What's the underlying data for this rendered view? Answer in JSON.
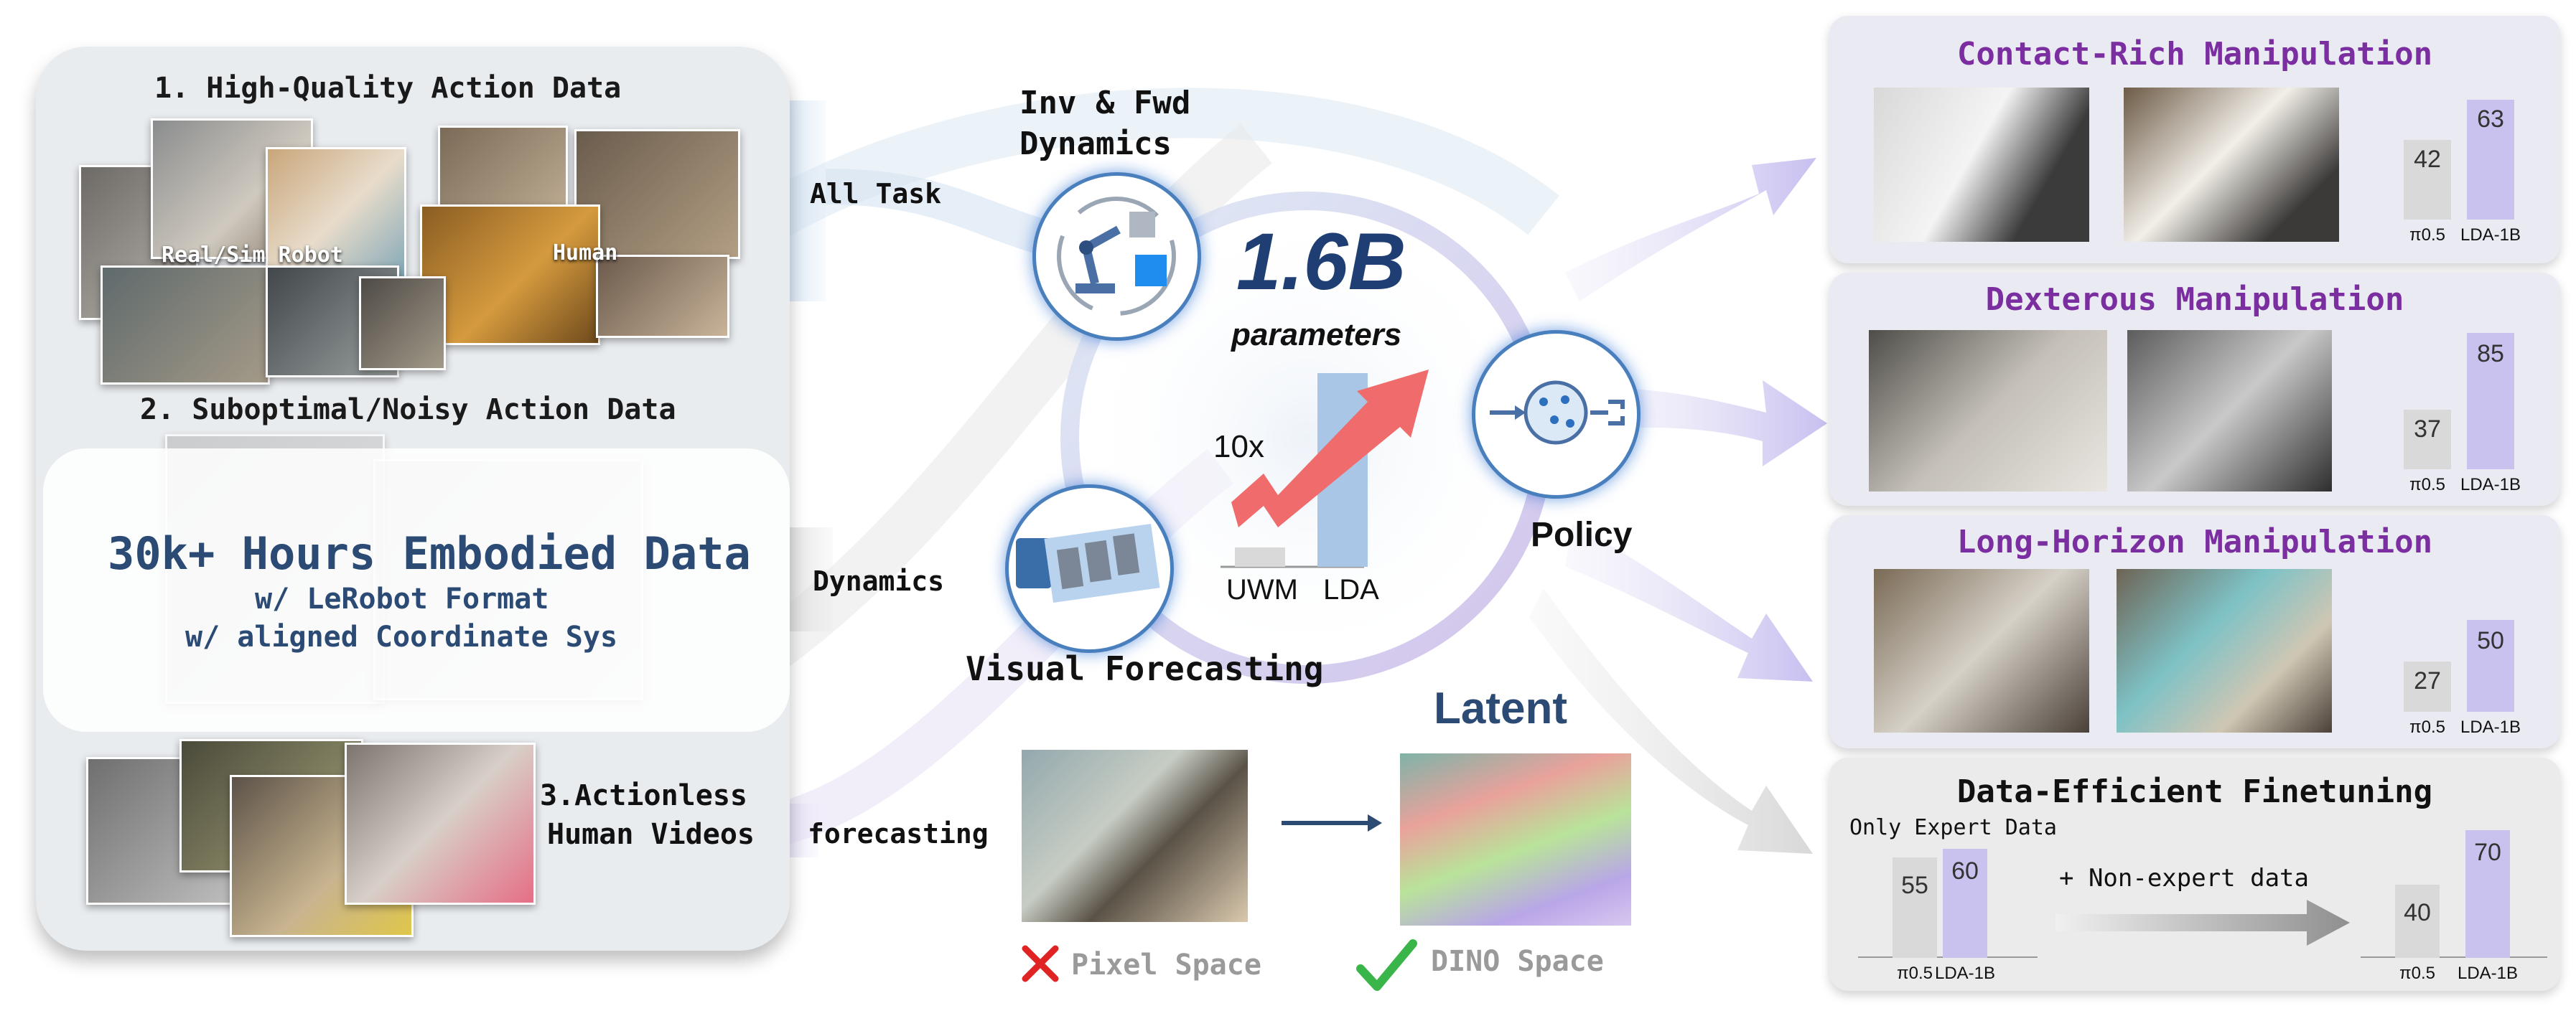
{
  "left_panel": {
    "section1": "1. High-Quality Action Data",
    "real_sim_label": "Real/Sim Robot",
    "human_label": "Human",
    "section2": "2. Suboptimal/Noisy Action Data",
    "big_title": "30k+ Hours Embodied Data",
    "sub1": "w/ LeRobot Format",
    "sub2": "w/ aligned Coordinate Sys",
    "section3_line1": "3.Actionless",
    "section3_line2": "Human Videos"
  },
  "flows": {
    "all_task": "All Task",
    "dynamics": "Dynamics",
    "forecasting": "forecasting"
  },
  "model": {
    "inv_fwd_line1": "Inv & Fwd",
    "inv_fwd_line2": "Dynamics",
    "param_count": "1.6B",
    "param_word": "parameters",
    "multiplier": "10x",
    "bar_uwm": "UWM",
    "bar_lda": "LDA",
    "visual_forecasting": "Visual Forecasting",
    "policy": "Policy",
    "latent": "Latent",
    "pixel_space": "Pixel Space",
    "dino_space": "DINO Space"
  },
  "results": [
    {
      "title": "Contact-Rich Manipulation",
      "baseline": 42,
      "ours": 63,
      "label_base": "π0.5",
      "label_ours": "LDA-1B"
    },
    {
      "title": "Dexterous Manipulation",
      "baseline": 37,
      "ours": 85,
      "label_base": "π0.5",
      "label_ours": "LDA-1B"
    },
    {
      "title": "Long-Horizon Manipulation",
      "baseline": 27,
      "ours": 50,
      "label_base": "π0.5",
      "label_ours": "LDA-1B"
    }
  ],
  "finetune": {
    "title": "Data-Efficient Finetuning",
    "expert_label": "Only Expert Data",
    "expert_base": 55,
    "expert_ours": 60,
    "arrow_label": "+ Non-expert data",
    "mixed_base": 40,
    "mixed_ours": 70,
    "label_base": "π0.5",
    "label_ours": "LDA-1B"
  },
  "colors": {
    "title_purple": "#7a2ea0",
    "navy": "#2b4a74",
    "bar_gray": "#d9d9d9",
    "bar_lavender": "#c9c1ee",
    "card_bg": "#eaeaf3"
  }
}
